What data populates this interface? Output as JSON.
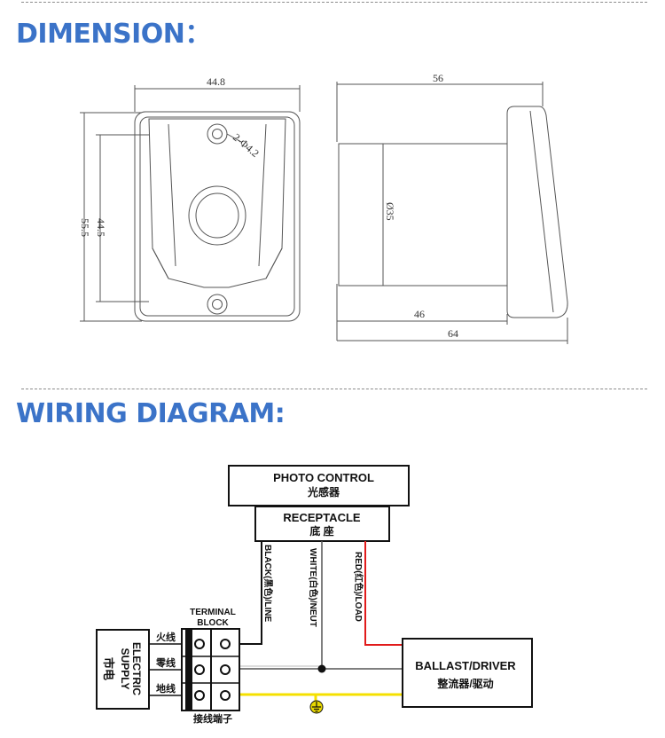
{
  "headings": {
    "dimension": "DIMENSION：",
    "wiring": "WIRING DIAGRAM:"
  },
  "dimension_labels": {
    "top_width": "44.8",
    "height_outer": "55.5",
    "height_inner": "44.5",
    "hole": "2-Φ4.2",
    "side_width_top": "56",
    "diameter": "Ø35",
    "side_width_mid": "46",
    "side_width_bottom": "64"
  },
  "wiring": {
    "photo_control": "PHOTO CONTROL",
    "photo_control_cn": "光感器",
    "receptacle": "RECEPTACLE",
    "receptacle_cn": "底 座",
    "black_wire": "BLACK(黑色)/LINE",
    "white_wire": "WHITE(白色)/NEUT",
    "red_wire": "RED(红色)/LOAD",
    "terminal_block_1": "TERMINAL",
    "terminal_block_2": "BLOCK",
    "terminal_block_cn": "接线端子",
    "electric_supply_1": "ELECTRIC",
    "electric_supply_2": "SUPPLY",
    "electric_supply_cn": "市电",
    "live_cn": "火线",
    "neutral_cn": "零线",
    "ground_cn": "地线",
    "ballast": "BALLAST/DRIVER",
    "ballast_cn": "整流器/驱动",
    "colors": {
      "heading": "#3b73c8",
      "red_wire": "#e11b1b",
      "ground_wire": "#f5e000",
      "ground_symbol": "#e8d800"
    }
  }
}
